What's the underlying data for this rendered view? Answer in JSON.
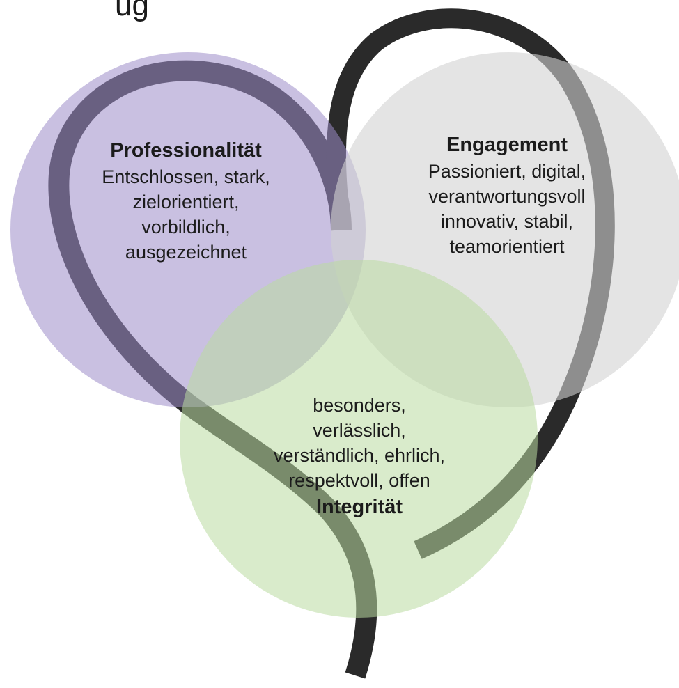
{
  "header_fragment": "ug",
  "colors": {
    "background": "#ffffff",
    "heart_stroke": "#2a2a2a",
    "circle_professionalitaet": "#9d8cc8",
    "circle_engagement": "#d2d2d2",
    "circle_integritaet": "#b9dba0"
  },
  "circles": {
    "professionalitaet": {
      "title": "Professionalität",
      "lines": [
        "Entschlossen, stark,",
        "zielorientiert,",
        "vorbildlich,",
        "ausgezeichnet"
      ]
    },
    "engagement": {
      "title": "Engagement",
      "lines": [
        "Passioniert, digital,",
        "verantwortungsvoll",
        "innovativ, stabil,",
        "teamorientiert"
      ]
    },
    "integritaet": {
      "title": "Integrität",
      "lines": [
        "besonders,",
        "verlässlich,",
        "verständlich, ehrlich,",
        "respektvoll, offen"
      ]
    }
  }
}
